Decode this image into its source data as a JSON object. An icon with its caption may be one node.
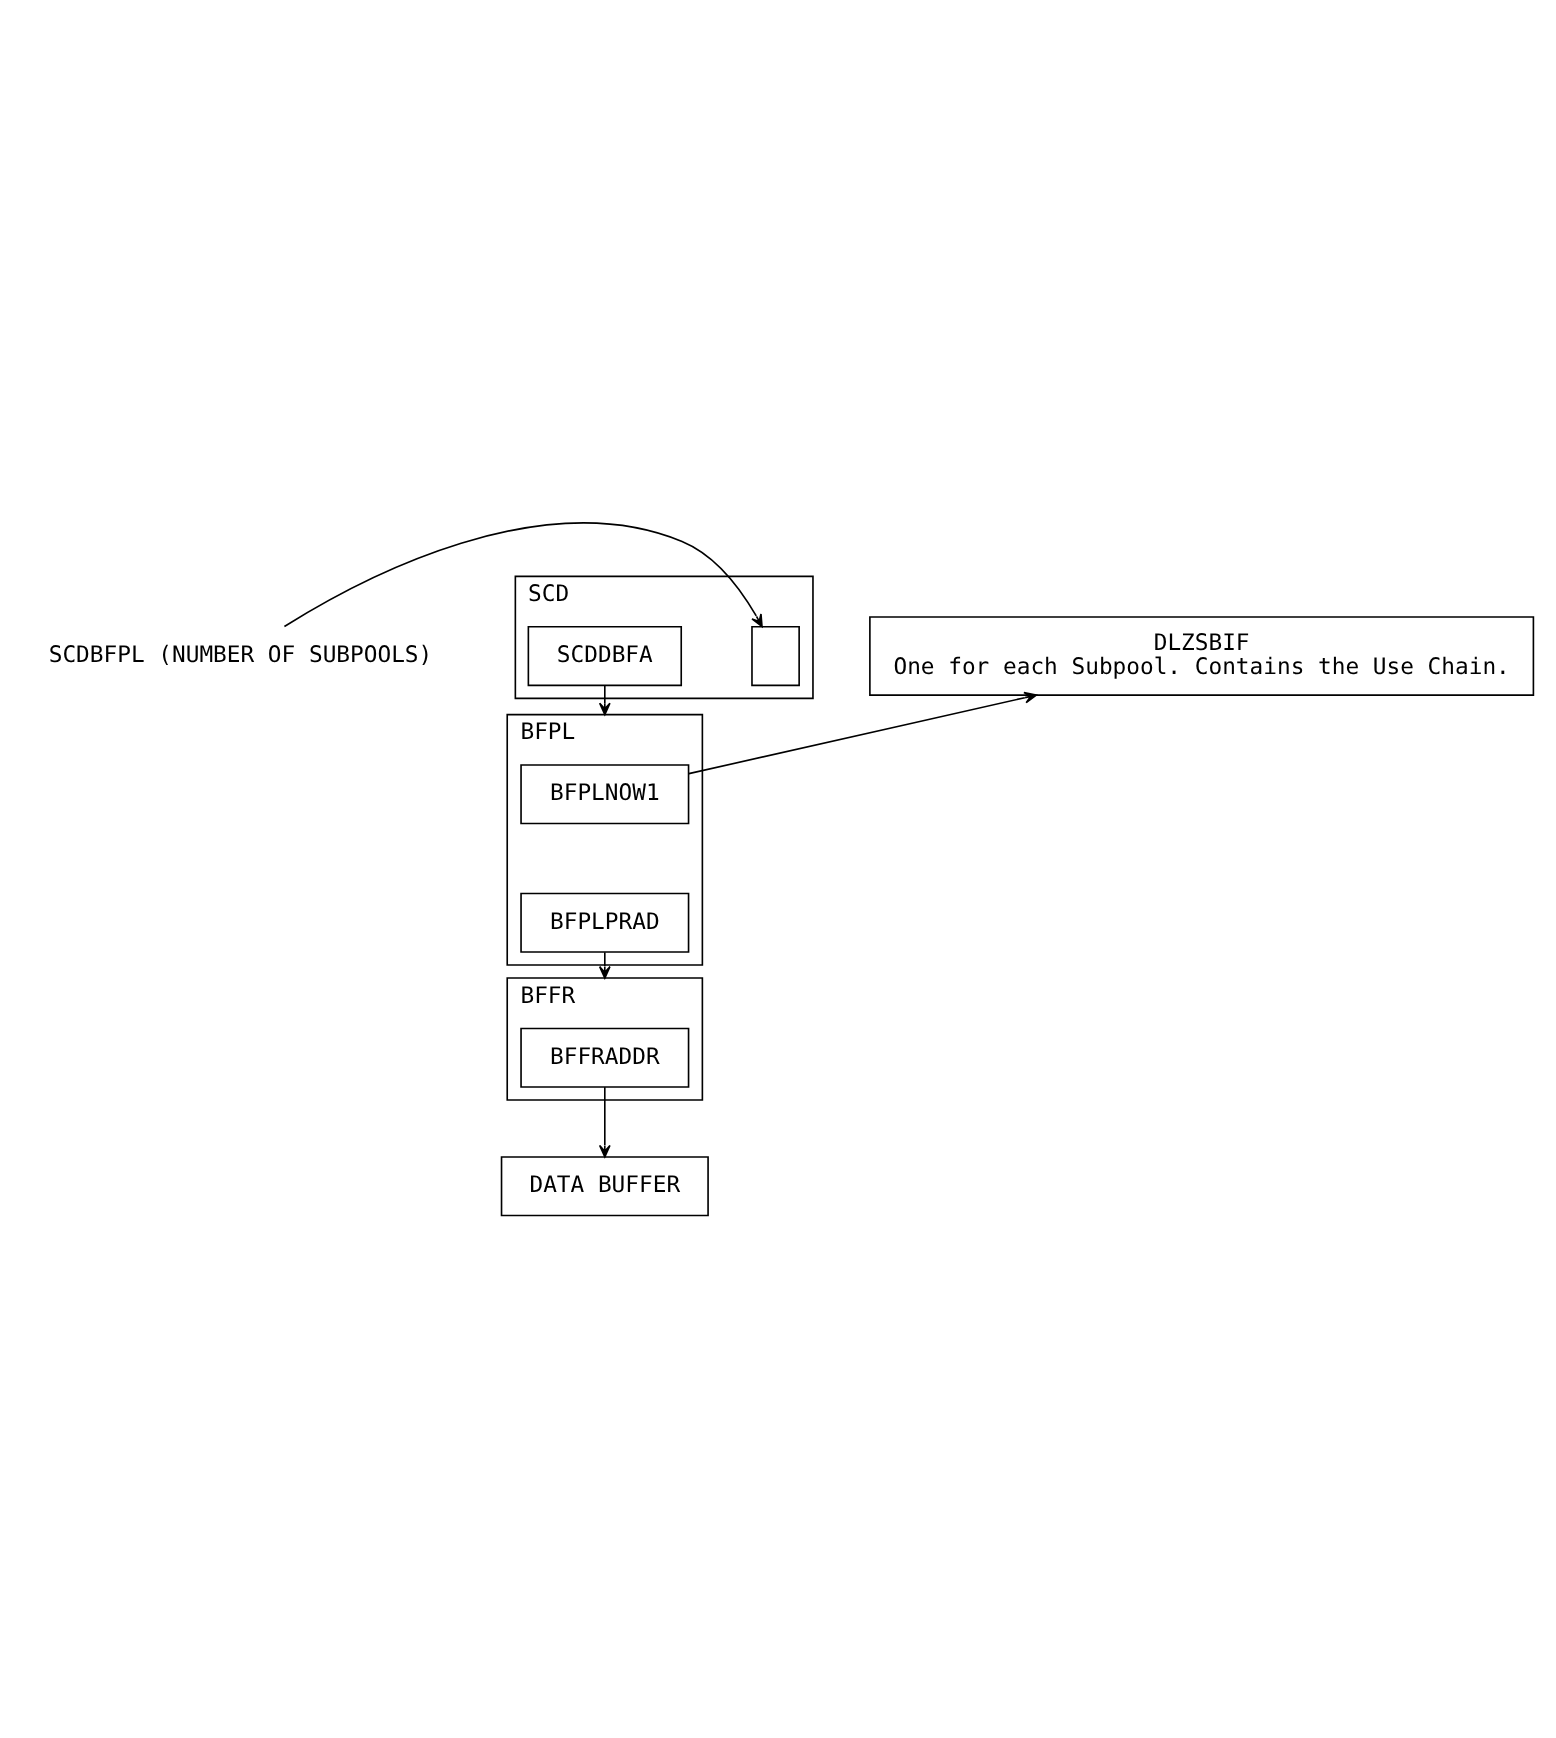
{
  "diagram": {
    "nodes": [
      {
        "text": [
          "SCDBFPL (NUMBER OF SUBPOOLS)"
        ]
      },
      {
        "text": [
          "SCD"
        ]
      },
      {
        "text": [],
        "shape": "box",
        "in": 1
      },
      {
        "text": [
          "SCDDBFA"
        ],
        "in": 1
      },
      {
        "text": [
          "BFPL"
        ]
      },
      {
        "text": [
          "BFPLNOW1"
        ],
        "in": 4
      },
      {
        "text": [
          "BFPLPRAD"
        ],
        "in": 4
      },
      {
        "text": [
          "DLZSBIF",
          "One for each Subpool. Contains the Use Chain."
        ]
      },
      {
        "text": [
          "BFFR"
        ]
      },
      {
        "text": [
          "BFFRADDR"
        ],
        "in": 8
      },
      {
        "text": [
          "DATA BUFFER"
        ]
      }
    ],
    "edges": [
      {
        "from": 0,
        "to": 2,
        "arrow": "to"
      },
      {
        "from": 3,
        "to": 4,
        "arrow": "to"
      },
      {
        "from": 5,
        "to": 7,
        "arrow": "to"
      },
      {
        "from": 6,
        "to": 8,
        "arrow": "to"
      },
      {
        "from": 9,
        "to": 10,
        "arrow": "to"
      }
    ]
  }
}
